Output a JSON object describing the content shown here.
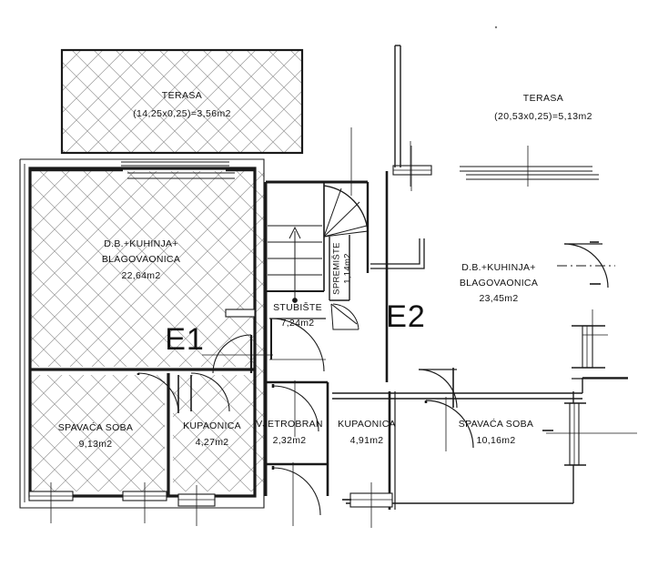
{
  "document": {
    "type": "architectural-floor-plan",
    "title": "Floor plan - two apartment units E1 and E2",
    "background_color": "#ffffff",
    "line_color": "#1a1a1a",
    "hatch_color": "#8c8c8c"
  },
  "units": [
    {
      "id": "E1",
      "label": "E1"
    },
    {
      "id": "E2",
      "label": "E2"
    }
  ],
  "terraces": [
    {
      "id": "terrace-left",
      "name": "TERASA",
      "dimension_text": "(14,25x0,25)=3,56m2",
      "width_m": 14.25,
      "depth_m": 0.25,
      "area_m2": 3.56,
      "hatched": true
    },
    {
      "id": "terrace-right",
      "name": "TERASA",
      "dimension_text": "(20,53x0,25)=5,13m2",
      "width_m": 20.53,
      "depth_m": 0.25,
      "area_m2": 5.13,
      "hatched": false
    }
  ],
  "rooms": [
    {
      "id": "e1-living",
      "unit": "E1",
      "name_line1": "D.B.+KUHINJA+",
      "name_line2": "BLAGOVAONICA",
      "area_text": "22,64m2",
      "area_m2": 22.64,
      "hatched": true
    },
    {
      "id": "e1-bedroom",
      "unit": "E1",
      "name_line1": "SPAVAĆA SOBA",
      "name_line2": "",
      "area_text": "9,13m2",
      "area_m2": 9.13,
      "hatched": true
    },
    {
      "id": "e1-bathroom",
      "unit": "E1",
      "name_line1": "KUPAONICA",
      "name_line2": "",
      "area_text": "4,27m2",
      "area_m2": 4.27,
      "hatched": true
    },
    {
      "id": "staircase",
      "unit": "shared",
      "name_line1": "STUBIŠTE",
      "name_line2": "",
      "area_text": "7,24m2",
      "area_m2": 7.24,
      "hatched": false
    },
    {
      "id": "storage",
      "unit": "shared",
      "name_line1": "SPREMIŠTE",
      "name_line2": "",
      "area_text": "1,14m2",
      "area_m2": 1.14,
      "hatched": false,
      "orientation": "vertical"
    },
    {
      "id": "vestibule",
      "unit": "E2",
      "name_line1": "VJETROBRAN",
      "name_line2": "",
      "area_text": "2,32m2",
      "area_m2": 2.32,
      "hatched": false
    },
    {
      "id": "e2-bathroom",
      "unit": "E2",
      "name_line1": "KUPAONICA",
      "name_line2": "",
      "area_text": "4,91m2",
      "area_m2": 4.91,
      "hatched": false
    },
    {
      "id": "e2-bedroom",
      "unit": "E2",
      "name_line1": "SPAVAĆA SOBA",
      "name_line2": "",
      "area_text": "10,16m2",
      "area_m2": 10.16,
      "hatched": false
    },
    {
      "id": "e2-living",
      "unit": "E2",
      "name_line1": "D.B.+KUHINJA+",
      "name_line2": "BLAGOVAONICA",
      "area_text": "23,45m2",
      "area_m2": 23.45,
      "hatched": false
    }
  ]
}
